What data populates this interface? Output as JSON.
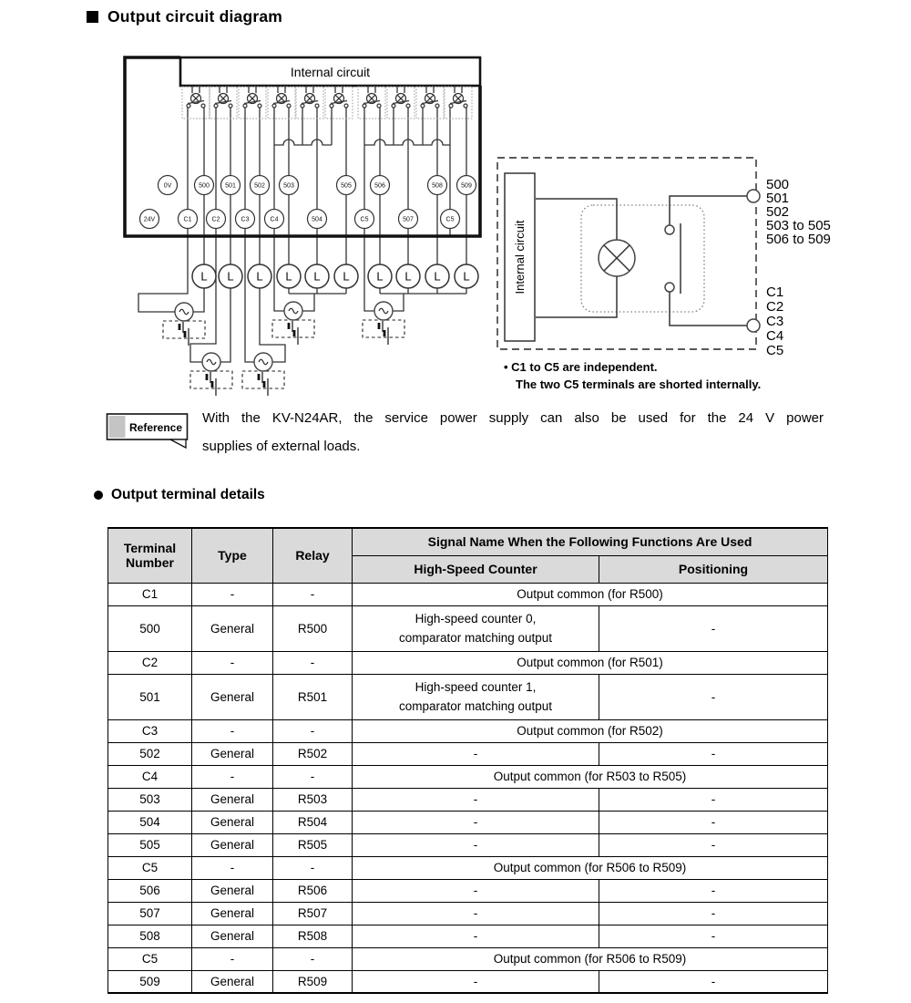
{
  "page": {
    "title": "Output circuit diagram",
    "section_output_terminal": "Output terminal details"
  },
  "diagram": {
    "internal_circuit_label": "Internal circuit",
    "terminals_row1": [
      "0V",
      "500",
      "501",
      "502",
      "503",
      "505",
      "506",
      "508",
      "509"
    ],
    "terminals_row2": [
      "24V",
      "C1",
      "C2",
      "C3",
      "C4",
      "504",
      "C5",
      "507",
      "C5"
    ],
    "load_label": "L"
  },
  "relay_detail": {
    "internal_circuit_label": "Internal circuit",
    "output_labels": [
      "500",
      "501",
      "502",
      "503 to 505",
      "506 to 509"
    ],
    "common_labels": [
      "C1",
      "C2",
      "C3",
      "C4",
      "C5"
    ],
    "note1": "• C1 to C5 are independent.",
    "note2": "The two C5 terminals are shorted internally."
  },
  "reference": {
    "label": "Reference",
    "text_line1": "With the KV-N24AR, the service power supply can also be used for the 24 V power",
    "text_line2": "supplies of external loads."
  },
  "table": {
    "header": {
      "terminal_line1": "Terminal",
      "terminal_line2": "Number",
      "type": "Type",
      "relay": "Relay",
      "signal": "Signal Name When the Following Functions Are Used",
      "hsc": "High-Speed Counter",
      "positioning": "Positioning"
    },
    "rows": [
      {
        "terminal": "C1",
        "type": "-",
        "relay": "-",
        "common": "Output common (for R500)"
      },
      {
        "terminal": "500",
        "type": "General",
        "relay": "R500",
        "hsc_line1": "High-speed counter 0,",
        "hsc_line2": "comparator matching output",
        "positioning": "-"
      },
      {
        "terminal": "C2",
        "type": "-",
        "relay": "-",
        "common": "Output common (for R501)"
      },
      {
        "terminal": "501",
        "type": "General",
        "relay": "R501",
        "hsc_line1": "High-speed counter 1,",
        "hsc_line2": "comparator matching output",
        "positioning": "-"
      },
      {
        "terminal": "C3",
        "type": "-",
        "relay": "-",
        "common": "Output common (for R502)"
      },
      {
        "terminal": "502",
        "type": "General",
        "relay": "R502",
        "hsc": "-",
        "positioning": "-"
      },
      {
        "terminal": "C4",
        "type": "-",
        "relay": "-",
        "common": "Output common (for R503 to R505)"
      },
      {
        "terminal": "503",
        "type": "General",
        "relay": "R503",
        "hsc": "-",
        "positioning": "-"
      },
      {
        "terminal": "504",
        "type": "General",
        "relay": "R504",
        "hsc": "-",
        "positioning": "-"
      },
      {
        "terminal": "505",
        "type": "General",
        "relay": "R505",
        "hsc": "-",
        "positioning": "-"
      },
      {
        "terminal": "C5",
        "type": "-",
        "relay": "-",
        "common": "Output common (for R506 to R509)"
      },
      {
        "terminal": "506",
        "type": "General",
        "relay": "R506",
        "hsc": "-",
        "positioning": "-"
      },
      {
        "terminal": "507",
        "type": "General",
        "relay": "R507",
        "hsc": "-",
        "positioning": "-"
      },
      {
        "terminal": "508",
        "type": "General",
        "relay": "R508",
        "hsc": "-",
        "positioning": "-"
      },
      {
        "terminal": "C5",
        "type": "-",
        "relay": "-",
        "common": "Output common (for R506 to R509)"
      },
      {
        "terminal": "509",
        "type": "General",
        "relay": "R509",
        "hsc": "-",
        "positioning": "-"
      }
    ]
  }
}
